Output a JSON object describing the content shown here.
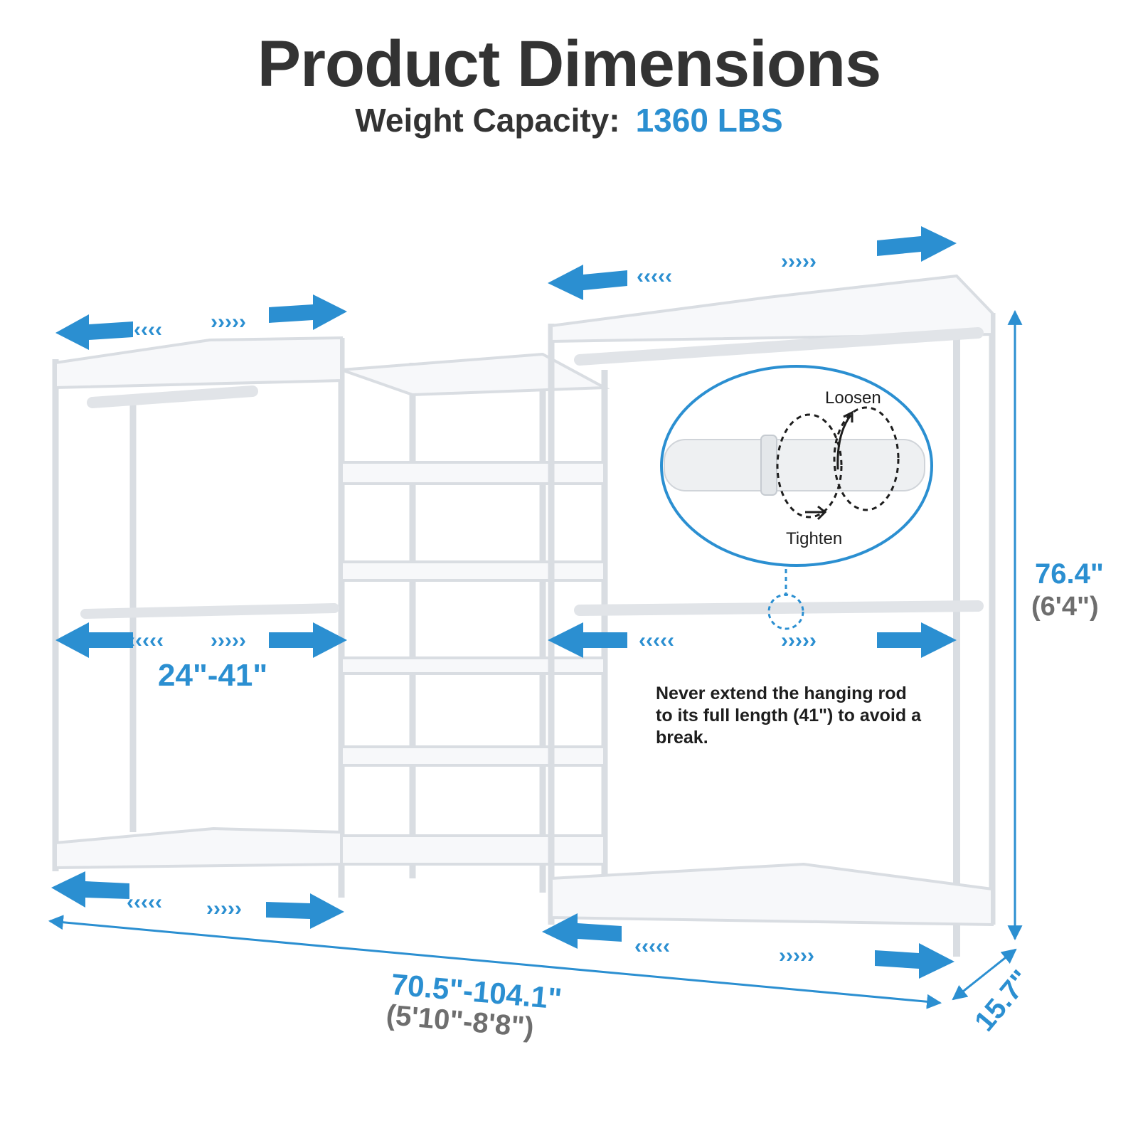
{
  "header": {
    "title": "Product Dimensions",
    "capacity_label": "Weight Capacity:",
    "capacity_value": "1360 LBS"
  },
  "dimensions": {
    "rod_range": "24\"-41\"",
    "height": "76.4\"",
    "height_ft": "(6'4\")",
    "width": "70.5\"-104.1\"",
    "width_ft": "(5'10\"-8'8\")",
    "depth": "15.7\""
  },
  "detail": {
    "loosen": "Loosen",
    "tighten": "Tighten"
  },
  "note": "Never extend the hanging rod to its full length (41\") to avoid a break.",
  "colors": {
    "accent": "#2b8fd1",
    "text": "#333333",
    "secondary": "#6e6e6e",
    "rack": "#d9dde2"
  }
}
